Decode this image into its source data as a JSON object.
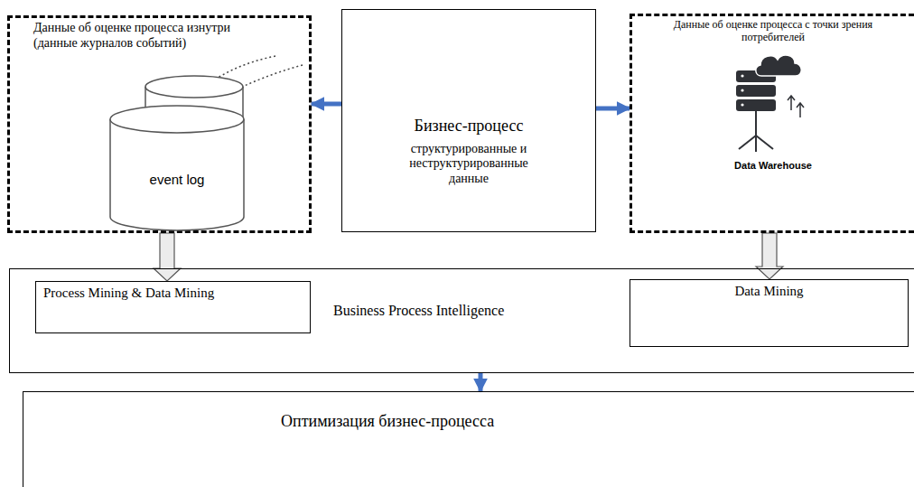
{
  "diagram": {
    "nodes": [
      {
        "text": [
          "Данные об оценке процесса изнутри (данные журналов событий)"
        ]
      },
      {
        "text": [
          "event log"
        ],
        "in": 0
      },
      {
        "text": [
          "Бизнес-процесс",
          "структурированные и неструктурированные данные"
        ]
      },
      {
        "text": [
          "Данные об оценке процесса с точки зрения потребителей",
          "Data Warehouse"
        ]
      },
      {
        "text": [
          "Business Process Intelligence"
        ]
      },
      {
        "text": [
          "Process Mining & Data Mining"
        ],
        "in": 4
      },
      {
        "text": [
          "Data Mining"
        ],
        "in": 4
      },
      {
        "text": [
          "Оптимизация бизнес-процесса"
        ]
      }
    ],
    "edges": [
      {
        "from": 2,
        "to": 0,
        "arrow": "to"
      },
      {
        "from": 2,
        "to": 3,
        "arrow": "to"
      },
      {
        "from": 0,
        "to": 5,
        "arrow": "to"
      },
      {
        "from": 3,
        "to": 6,
        "arrow": "to"
      },
      {
        "from": 4,
        "to": 7,
        "arrow": "to"
      }
    ]
  }
}
